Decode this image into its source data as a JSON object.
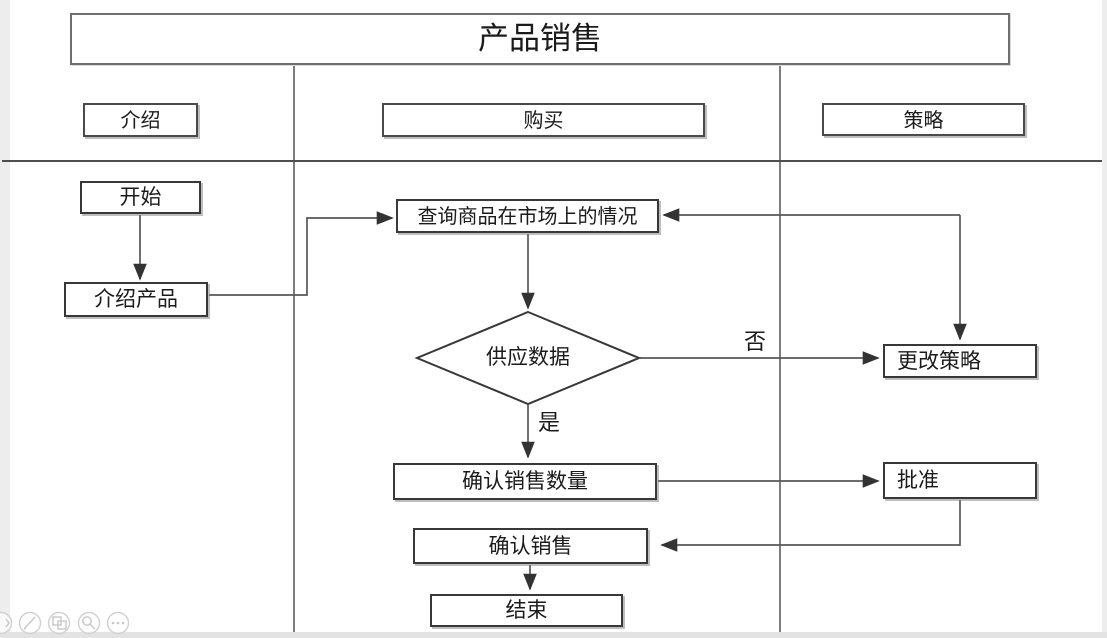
{
  "title": "产品销售",
  "lanes": [
    {
      "label": "介绍"
    },
    {
      "label": "购买"
    },
    {
      "label": "策略"
    }
  ],
  "nodes": {
    "start": {
      "label": "开始"
    },
    "introduce_product": {
      "label": "介绍产品"
    },
    "query_market": {
      "label": "查询商品在市场上的情况"
    },
    "supply_data_decision": {
      "label": "供应数据"
    },
    "change_strategy": {
      "label": "更改策略"
    },
    "confirm_quantity": {
      "label": "确认销售数量"
    },
    "approve": {
      "label": "批准"
    },
    "confirm_sale": {
      "label": "确认销售"
    },
    "end": {
      "label": "结束"
    }
  },
  "edges": {
    "no_label": "否",
    "yes_label": "是"
  },
  "colors": {
    "box_border": "#383838",
    "connector": "#575757",
    "lane_line": "#7d7d7d",
    "text": "#1b1b1b",
    "edge_strip": "#ededed"
  },
  "viewer_toolbar": {
    "icons": [
      "undo-icon",
      "pencil-icon",
      "mosaic-icon",
      "magnifier-icon",
      "more-icon"
    ]
  }
}
